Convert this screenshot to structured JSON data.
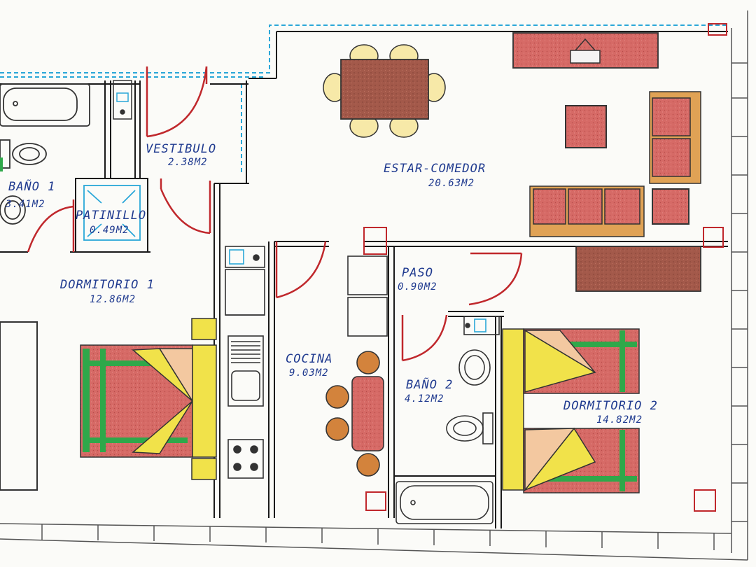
{
  "colors": {
    "wall": "#1a1a1a",
    "door": "#c0282c",
    "window_dash": "#2aa7d8",
    "furniture_red": "#d66a66",
    "furniture_brown": "#a3594a",
    "chair_yellow": "#f7e9a8",
    "bed_yellow": "#f1e24a",
    "bed_green": "#2fa84a",
    "sofa_frame": "#e0a255",
    "label_blue": "#1f3a8f"
  },
  "rooms": [
    {
      "id": "vestibulo",
      "name": "VESTIBULO",
      "area": "2.38M2"
    },
    {
      "id": "bano1",
      "name": "BAÑO 1",
      "area": "3.41M2"
    },
    {
      "id": "patinillo",
      "name": "PATINILLO",
      "area": "0.49M2"
    },
    {
      "id": "estar",
      "name": "ESTAR-COMEDOR",
      "area": "20.63M2"
    },
    {
      "id": "dormitorio1",
      "name": "DORMITORIO 1",
      "area": "12.86M2"
    },
    {
      "id": "paso",
      "name": "PASO",
      "area": "0.90M2"
    },
    {
      "id": "cocina",
      "name": "COCINA",
      "area": "9.03M2"
    },
    {
      "id": "bano2",
      "name": "BAÑO 2",
      "area": "4.12M2"
    },
    {
      "id": "dormitorio2",
      "name": "DORMITORIO 2",
      "area": "14.82M2"
    }
  ]
}
